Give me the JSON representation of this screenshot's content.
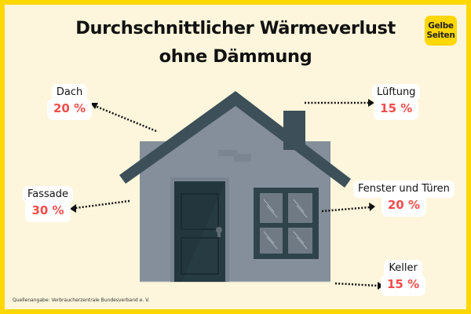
{
  "header": {
    "title_line1": "Durchschnittlicher Wärmeverlust",
    "title_line2": "ohne Dämmung"
  },
  "brand": {
    "logo_line1": "Gelbe",
    "logo_line2": "Seiten",
    "color": "#ffd700"
  },
  "illustration": {
    "icon": "house-icon",
    "colors": {
      "roof": "#3d4f58",
      "wall": "#858f9b",
      "door": "#23363d",
      "window_frame": "#2f434b",
      "glass": "#6f7a85",
      "background": "#fdf6dc"
    }
  },
  "heat_loss": [
    {
      "part": "Dach",
      "value": "20 %"
    },
    {
      "part": "Lüftung",
      "value": "15 %"
    },
    {
      "part": "Fassade",
      "value": "30 %"
    },
    {
      "part": "Fenster und Türen",
      "value": "20 %"
    },
    {
      "part": "Keller",
      "value": "15 %"
    }
  ],
  "accent_color": "#f24d4d",
  "footer": {
    "source": "Quellenangabe: Verbraucherzentrale Bundesverband e. V."
  }
}
